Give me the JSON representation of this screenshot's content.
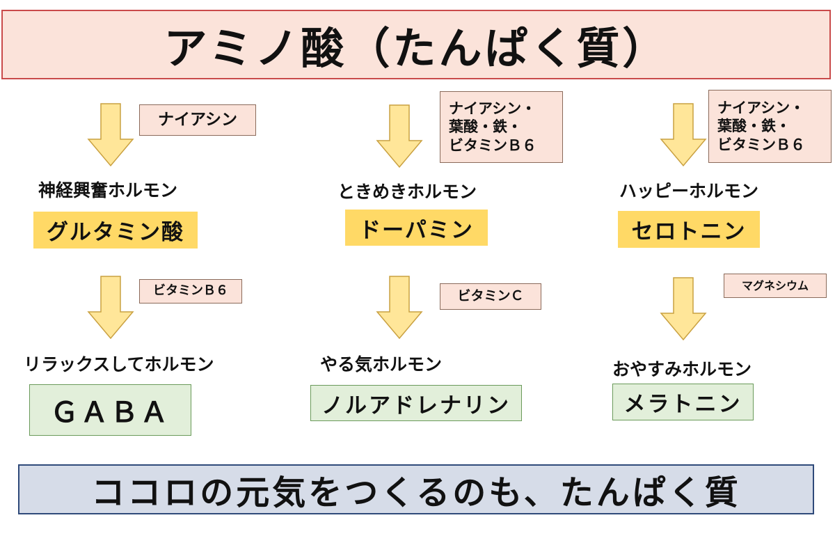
{
  "title": "アミノ酸（たんぱく質）",
  "footer": "ココロの元気をつくるのも、たんぱく質",
  "columns": [
    {
      "note1": "ナイアシン",
      "hormone1_label": "神経興奮ホルモン",
      "substance1": "グルタミン酸",
      "note2": "ビタミンＢ６",
      "hormone2_label": "リラックスしてホルモン",
      "substance2": "ＧＡＢＡ"
    },
    {
      "note1": "ナイアシン・\n葉酸・鉄・\nビタミンＢ６",
      "hormone1_label": "ときめきホルモン",
      "substance1": "ドーパミン",
      "note2": "ビタミンＣ",
      "hormone2_label": "やる気ホルモン",
      "substance2": "ノルアドレナリン"
    },
    {
      "note1": "ナイアシン・\n葉酸・鉄・\nビタミンＢ６",
      "hormone1_label": "ハッピーホルモン",
      "substance1": "セロトニン",
      "note2": "マグネシウム",
      "hormone2_label": "おやすみホルモン",
      "substance2": "メラトニン"
    }
  ],
  "colors": {
    "title_bg": "#fbe3da",
    "title_border": "#c94a4a",
    "arrow_fill": "#ffe699",
    "arrow_stroke": "#c9a040",
    "substance1_bg": "#ffd966",
    "substance2_bg": "#e2efda",
    "footer_bg": "#d6dce8",
    "footer_border": "#2f4a7a"
  }
}
